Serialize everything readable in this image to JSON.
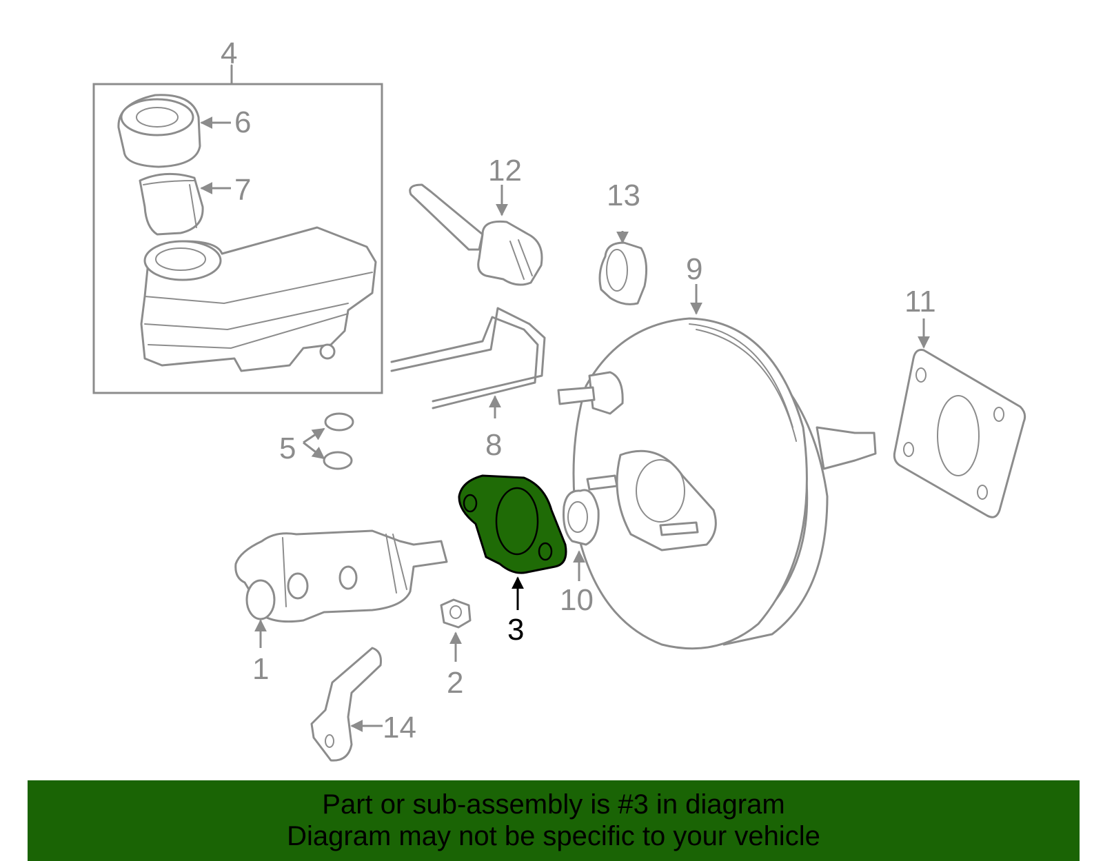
{
  "colors": {
    "highlight_fill": "#1f6b06",
    "banner_background": "#1a6405",
    "part_stroke": "#8c8c8c"
  },
  "callouts": {
    "p1": "1",
    "p2": "2",
    "p3": "3",
    "p4": "4",
    "p5": "5",
    "p6": "6",
    "p7": "7",
    "p8": "8",
    "p9": "9",
    "p10": "10",
    "p11": "11",
    "p12": "12",
    "p13": "13",
    "p14": "14"
  },
  "highlighted_part": "3",
  "banner": {
    "line1": "Part or sub-assembly is #3 in diagram",
    "line2": "Diagram may not be specific to your vehicle"
  }
}
